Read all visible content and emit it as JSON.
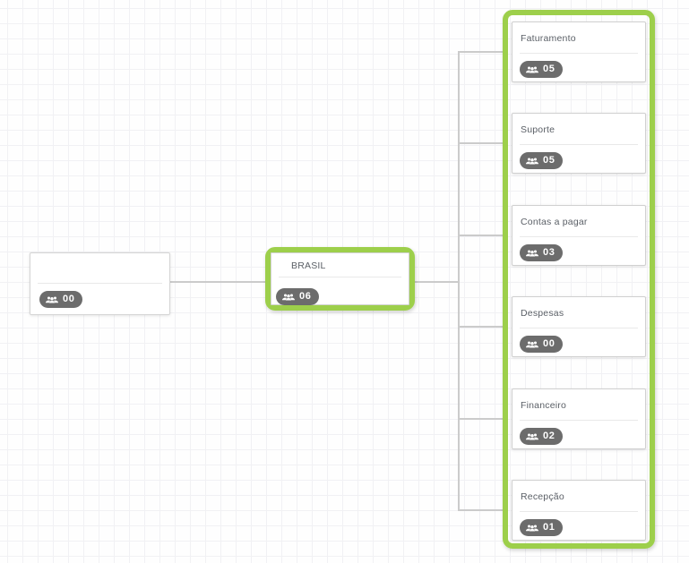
{
  "chart_data": {
    "type": "table",
    "title": "",
    "structure": "organization-chart",
    "nodes": [
      {
        "level": 0,
        "title": "",
        "members": "00"
      },
      {
        "level": 1,
        "title": "BRASIL",
        "members": "06",
        "selected": true
      },
      {
        "level": 2,
        "title": "Faturamento",
        "members": "05"
      },
      {
        "level": 2,
        "title": "Suporte",
        "members": "05"
      },
      {
        "level": 2,
        "title": "Contas a pagar",
        "members": "03"
      },
      {
        "level": 2,
        "title": "Despesas",
        "members": "00"
      },
      {
        "level": 2,
        "title": "Financeiro",
        "members": "02"
      },
      {
        "level": 2,
        "title": "Recepção",
        "members": "01"
      }
    ]
  },
  "nodes": {
    "root": {
      "title": "",
      "count": "00"
    },
    "parent": {
      "title": "BRASIL",
      "count": "06"
    },
    "children": [
      {
        "title": "Faturamento",
        "count": "05"
      },
      {
        "title": "Suporte",
        "count": "05"
      },
      {
        "title": "Contas a pagar",
        "count": "03"
      },
      {
        "title": "Despesas",
        "count": "00"
      },
      {
        "title": "Financeiro",
        "count": "02"
      },
      {
        "title": "Recepção",
        "count": "01"
      }
    ]
  },
  "icons": {
    "badge": "users-icon"
  },
  "colors": {
    "selection_green": "#9dcf4b",
    "badge_gray": "#6c6c6c",
    "connector_gray": "#cbcbcb",
    "card_border": "#d5d5d5",
    "title_text": "#5a5f66"
  }
}
